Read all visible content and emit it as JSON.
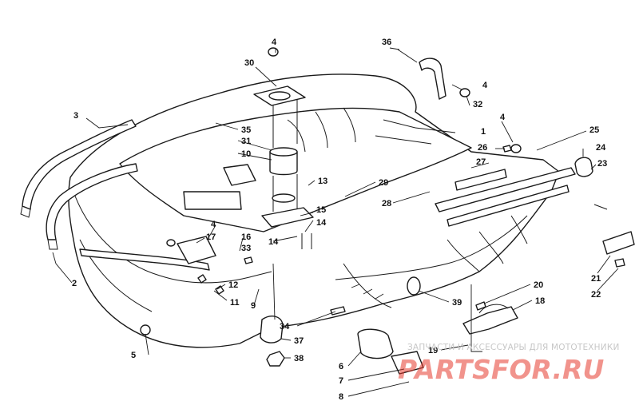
{
  "diagram": {
    "callouts": [
      "1",
      "2",
      "3",
      "4",
      "5",
      "6",
      "7",
      "8",
      "9",
      "10",
      "11",
      "12",
      "13",
      "14",
      "15",
      "16",
      "17",
      "18",
      "19",
      "20",
      "21",
      "22",
      "23",
      "24",
      "25",
      "26",
      "27",
      "28",
      "29",
      "30",
      "31",
      "32",
      "33",
      "34",
      "35",
      "36",
      "37",
      "38",
      "39"
    ],
    "repeated_callouts": {
      "fastener_4": "4",
      "spacer_14": "14"
    }
  },
  "watermark": {
    "tagline": "ЗАПЧАСТИ И АКСЕССУАРЫ ДЛЯ МОТОТЕХНИКИ",
    "logo": "PARTSFOR.RU"
  },
  "colors": {
    "line": "#1a1a1a",
    "watermark_text": "#c7c7c7",
    "watermark_logo": "#e63a2e"
  }
}
